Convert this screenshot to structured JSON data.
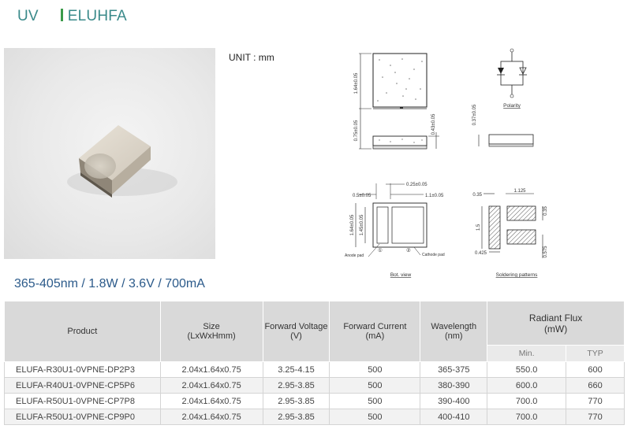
{
  "header": {
    "category": "UV",
    "series": "ELUHFA"
  },
  "unit_label": "UNIT : mm",
  "drawing_labels": {
    "dim_164": "1.64±0.05",
    "dim_075": "0.75±0.05",
    "dim_043": "0.43±0.05",
    "dim_037": "0.37±0.05",
    "polarity": "Polarity",
    "dim_025": "0.25±0.05",
    "dim_05": "0.5±0.05",
    "dim_11": "1.1±0.05",
    "dim_164b": "1.64±0.05",
    "dim_145": "1.45±0.05",
    "anode": "Anode pad",
    "cathode": "Cathode pad",
    "pad1": "①",
    "pad2": "②",
    "pin1": "①",
    "pin2": "②",
    "bot_view": "Bot. view",
    "s035a": "0.35",
    "s1125": "1.125",
    "s035b": "0.35",
    "s15": "1.5",
    "s0425": "0.425",
    "s0575": "0.575",
    "soldering": "Soldering patterns"
  },
  "subtitle": "365-405nm / 1.8W / 3.6V / 700mA",
  "table": {
    "headers": {
      "product": "Product",
      "size": "Size",
      "size_unit": "(LxWxHmm)",
      "voltage": "Forward Voltage",
      "voltage_unit": "(V)",
      "current": "Forward Current",
      "current_unit": "(mA)",
      "wavelength": "Wavelength",
      "wavelength_unit": "(nm)",
      "flux": "Radiant Flux",
      "flux_unit": "(mW)",
      "flux_min": "Min.",
      "flux_typ": "TYP"
    },
    "rows": [
      {
        "product": "ELUFA-R30U1-0VPNE-DP2P3",
        "size": "2.04x1.64x0.75",
        "voltage": "3.25-4.15",
        "current": "500",
        "wavelength": "365-375",
        "min": "550.0",
        "typ": "600"
      },
      {
        "product": "ELUFA-R40U1-0VPNE-CP5P6",
        "size": "2.04x1.64x0.75",
        "voltage": "2.95-3.85",
        "current": "500",
        "wavelength": "380-390",
        "min": "600.0",
        "typ": "660"
      },
      {
        "product": "ELUFA-R50U1-0VPNE-CP7P8",
        "size": "2.04x1.64x0.75",
        "voltage": "2.95-3.85",
        "current": "500",
        "wavelength": "390-400",
        "min": "700.0",
        "typ": "770"
      },
      {
        "product": "ELUFA-R50U1-0VPNE-CP9P0",
        "size": "2.04x1.64x0.75",
        "voltage": "2.95-3.85",
        "current": "500",
        "wavelength": "400-410",
        "min": "700.0",
        "typ": "770"
      }
    ]
  }
}
